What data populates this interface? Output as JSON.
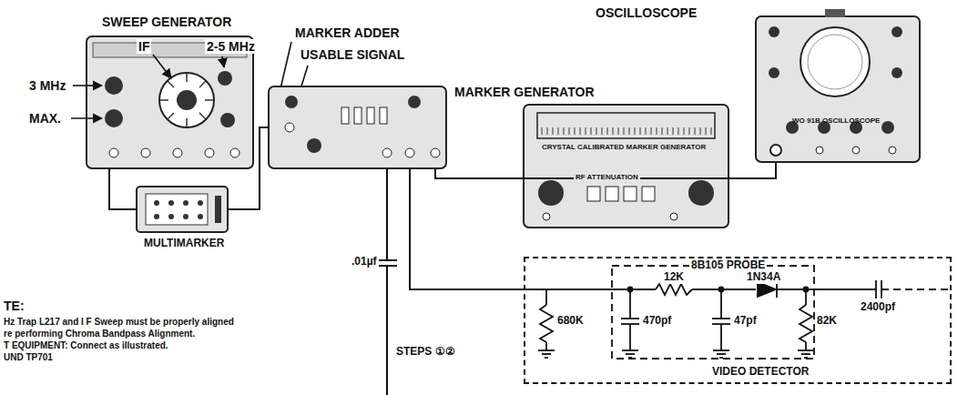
{
  "diagram": {
    "nodes": [
      {
        "text": [
          "SWEEP GENERATOR"
        ]
      },
      {
        "text": [
          "MARKER ADDER"
        ]
      },
      {
        "text": [
          "MARKER GENERATOR",
          "CRYSTAL CALIBRATED MARKER GENERATOR"
        ]
      },
      {
        "text": [
          "OSCILLOSCOPE",
          "WO 91B OSCILLOSCOPE"
        ]
      },
      {
        "text": [
          "MULTIMARKER"
        ]
      },
      {
        "text": [
          "VIDEO DETECTOR"
        ]
      }
    ],
    "edges": [
      {
        "from": 0,
        "to": 4,
        "arrow": "none"
      },
      {
        "from": 4,
        "to": 1,
        "arrow": "none"
      },
      {
        "from": 1,
        "to": 3,
        "arrow": "none"
      },
      {
        "from": 1,
        "to": 5,
        "arrow": "none"
      }
    ],
    "labels": [
      "IF",
      "3 MHz",
      "2-5 MHz",
      "MAX.",
      "USABLE SIGNAL",
      ".01µf",
      "STEPS ①②",
      "8B105 PROBE",
      "12K",
      "1N34A",
      "680K",
      "470pf",
      "47pf",
      "82K",
      "2400pf",
      "TE:",
      "Hz Trap L217 and I F Sweep must be properly aligned",
      "re performing Chroma Bandpass Alignment.",
      "T EQUIPMENT: Connect as illustrated.",
      "UND TP701",
      "RF ATTENUATION"
    ]
  }
}
